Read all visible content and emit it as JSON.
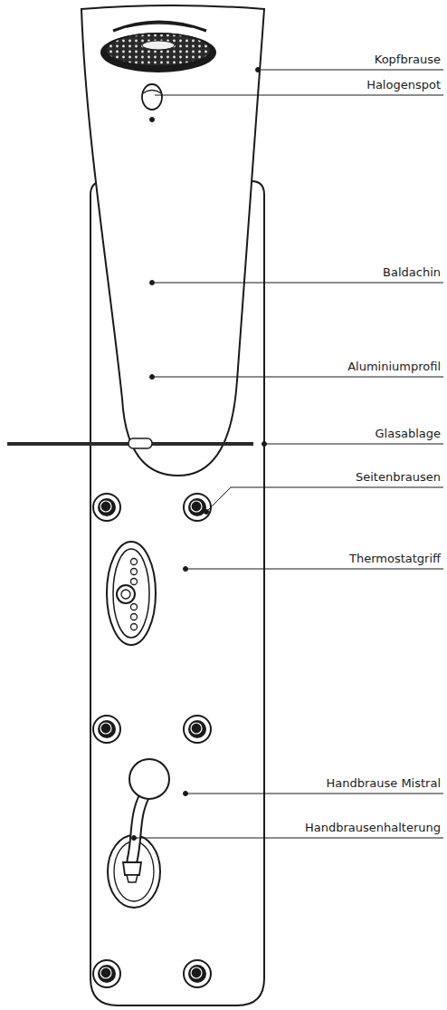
{
  "diagram": {
    "labels": [
      "Kopfbrause",
      "Halogenspot",
      "Baldachin",
      "Aluminiumprofil",
      "Glasablage",
      "Seitenbrausen",
      "Thermostatgriff",
      "Handbrause Mistral",
      "Handbrausenhalterung"
    ]
  }
}
